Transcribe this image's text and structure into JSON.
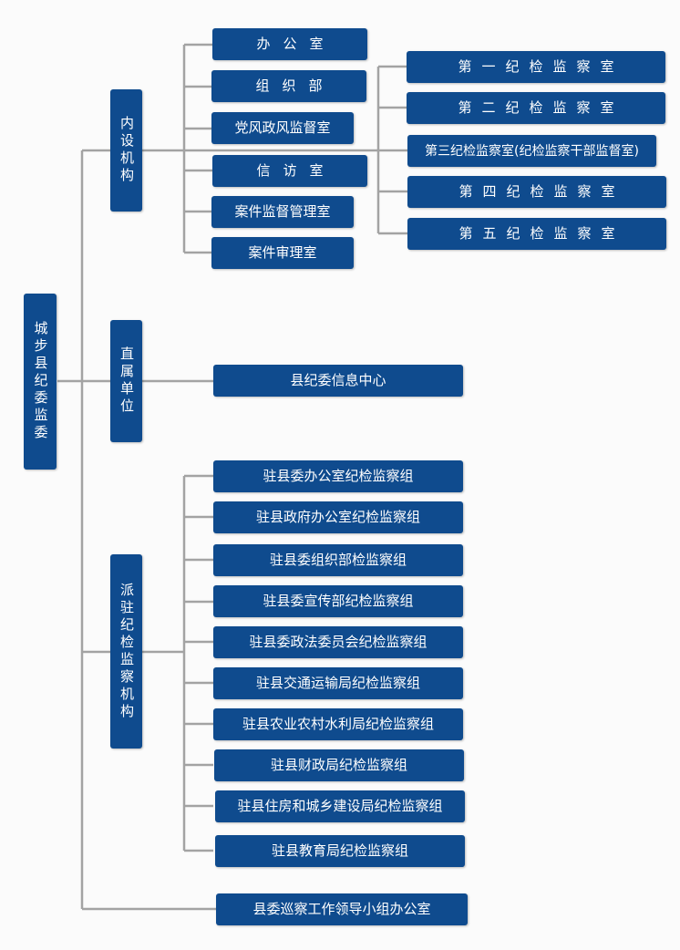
{
  "root": {
    "label": "城步县纪委监委"
  },
  "branches": {
    "internal": {
      "label": "内设机构",
      "offices": [
        "办公室",
        "组织部",
        "党风政风监督室",
        "信访室",
        "案件监督管理室",
        "案件审理室"
      ],
      "rooms": [
        "第一纪检监察室",
        "第二纪检监察室",
        "第三纪检监察室(纪检监察干部监督室)",
        "第四纪检监察室",
        "第五纪检监察室"
      ]
    },
    "direct": {
      "label": "直属单位",
      "units": [
        "县纪委信息中心"
      ]
    },
    "dispatched": {
      "label": "派驻纪检监察机构",
      "groups": [
        "驻县委办公室纪检监察组",
        "驻县政府办公室纪检监察组",
        "驻县委组织部检监察组",
        "驻县委宣传部纪检监察组",
        "驻县委政法委员会纪检监察组",
        "驻县交通运输局纪检监察组",
        "驻县农业农村水利局纪检监察组",
        "驻县财政局纪检监察组",
        "驻县住房和城乡建设局纪检监察组",
        "驻县教育局纪检监察组"
      ]
    },
    "inspection": {
      "label": "县委巡察工作领导小组办公室"
    }
  }
}
